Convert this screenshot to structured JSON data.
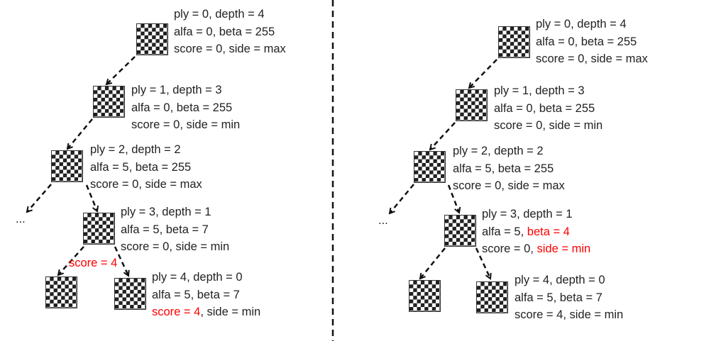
{
  "left_panel": {
    "nodes": [
      {
        "lines": [
          "ply = 0, depth = 4",
          "alfa = 0, beta = 255",
          "score = 0, side = max"
        ]
      },
      {
        "lines": [
          "ply = 1, depth = 3",
          "alfa = 0, beta = 255",
          "score = 0, side = min"
        ]
      },
      {
        "lines": [
          "ply = 2, depth = 2",
          "alfa = 5, beta = 255",
          "score = 0, side = max"
        ]
      },
      {
        "lines": [
          "ply = 3, depth = 1",
          "alfa = 5, beta = 7",
          "score = 0, side = min"
        ]
      },
      {
        "line1": "ply = 4, depth = 0",
        "line2": "alfa = 5, beta = 7",
        "line3_red": "score = 4",
        "line3_rest": ", side = min"
      }
    ],
    "ellipsis": "...",
    "edge_label": "score = 4"
  },
  "right_panel": {
    "nodes": [
      {
        "lines": [
          "ply = 0, depth = 4",
          "alfa = 0, beta = 255",
          "score = 0, side = max"
        ]
      },
      {
        "lines": [
          "ply = 1, depth = 3",
          "alfa = 0, beta = 255",
          "score = 0, side = min"
        ]
      },
      {
        "lines": [
          "ply = 2, depth = 2",
          "alfa = 5, beta = 255",
          "score = 0, side = max"
        ]
      },
      {
        "line1": "ply = 3, depth = 1",
        "line2_a": "alfa = 5, ",
        "line2_red": "beta = 4",
        "line3_a": "score = 0, ",
        "line3_red": "side = min"
      },
      {
        "lines": [
          "ply = 4, depth = 0",
          "alfa = 5, beta = 7",
          "score = 4, side = min"
        ]
      }
    ],
    "ellipsis": "..."
  },
  "colors": {
    "highlight": "#ff0000",
    "text": "#222222"
  }
}
